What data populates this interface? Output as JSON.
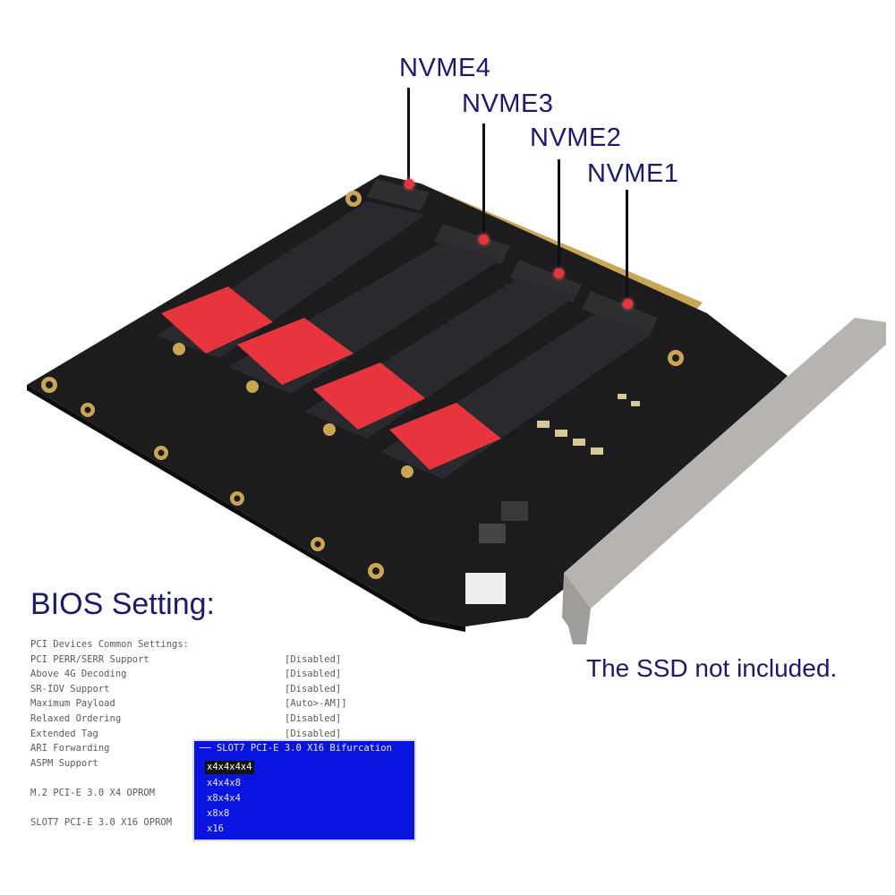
{
  "labels": {
    "nvme4": "NVME4",
    "nvme3": "NVME3",
    "nvme2": "NVME2",
    "nvme1": "NVME1"
  },
  "colors": {
    "label_text": "#1a1a6e",
    "pcb": "#1c1c1e",
    "thermal_pad": "#e8343c",
    "ssd_body": "#2a2a2e",
    "gold": "#c9a654",
    "bracket": "#b7b4b0",
    "popup_bg": "#0a14e0"
  },
  "bios": {
    "title": "BIOS Setting:",
    "header": "PCI Devices Common Settings:",
    "settings": [
      {
        "name": "PCI PERR/SERR Support",
        "value": "[Disabled]"
      },
      {
        "name": "Above 4G Decoding",
        "value": "[Disabled]"
      },
      {
        "name": "SR-IOV Support",
        "value": "[Disabled]"
      },
      {
        "name": "Maximum Payload",
        "value": "[Auto>-AM]]"
      },
      {
        "name": "Relaxed Ordering",
        "value": "[Disabled]"
      },
      {
        "name": "Extended Tag",
        "value": "[Disabled]"
      },
      {
        "name": "ARI Forwarding",
        "value": ""
      },
      {
        "name": "ASPM Support",
        "value": ""
      }
    ],
    "extra": [
      "M.2 PCI-E 3.0 X4 OPROM",
      "SLOT7 PCI-E 3.0 X16 OPROM"
    ],
    "popup": {
      "title": "SLOT7 PCI-E 3.0 X16 Bifurcation",
      "options": [
        "x4x4x4x4",
        "x4x4x8",
        "x8x4x4",
        "x8x8",
        "x16"
      ],
      "selected_index": 0
    }
  },
  "note": "The SSD not included."
}
